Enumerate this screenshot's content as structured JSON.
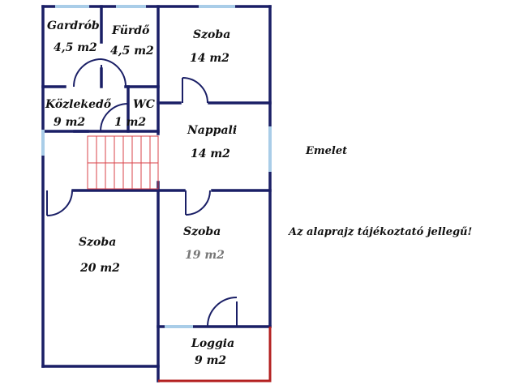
{
  "rooms": {
    "gardrob": {
      "name": "Gardrób",
      "area": "4,5 m2"
    },
    "furdo": {
      "name": "Fürdő",
      "area": "4,5 m2"
    },
    "szoba_top": {
      "name": "Szoba",
      "area": "14 m2"
    },
    "kozlekedo": {
      "name": "Közlekedő",
      "area": "9 m2"
    },
    "wc": {
      "name": "WC",
      "area": "1 m2"
    },
    "nappali": {
      "name": "Nappali",
      "area": "14 m2"
    },
    "szoba_mid": {
      "name": "Szoba",
      "area": "19 m2"
    },
    "szoba_left": {
      "name": "Szoba",
      "area": "20 m2"
    },
    "loggia": {
      "name": "Loggia",
      "area": "9 m2"
    }
  },
  "labels": {
    "floor": "Emelet",
    "disclaimer": "Az alaprajz tájékoztató jellegű!"
  },
  "colors": {
    "wall": "#1a1f66",
    "window": "#a9cde8",
    "stair": "#d9434a",
    "loggia_rail": "#b42020"
  }
}
